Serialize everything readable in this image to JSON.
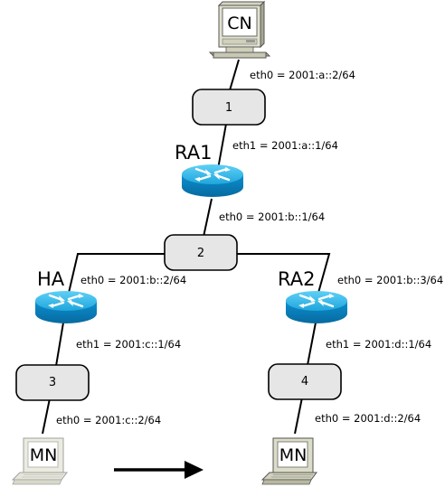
{
  "nodes": {
    "cn": {
      "label": "CN",
      "eth": "eth0 = 2001:a::2/64"
    },
    "ra1": {
      "label": "RA1",
      "eth_top": "eth1 = 2001:a::1/64",
      "eth_bottom": "eth0 = 2001:b::1/64"
    },
    "ha": {
      "label": "HA",
      "eth_top": "eth0 = 2001:b::2/64",
      "eth_bottom": "eth1 = 2001:c::1/64"
    },
    "ra2": {
      "label": "RA2",
      "eth_top": "eth0 = 2001:b::3/64",
      "eth_bottom": "eth1 = 2001:d::1/64"
    },
    "mn_left": {
      "label": "MN",
      "eth": "eth0 = 2001:c::2/64"
    },
    "mn_right": {
      "label": "MN",
      "eth": "eth0 = 2001:d::2/64"
    }
  },
  "segments": [
    "1",
    "2",
    "3",
    "4"
  ],
  "colors": {
    "router_top": "#2fb6e8",
    "router_side": "#0a86c4",
    "segment_fill": "#e6e6e6"
  },
  "icons": {
    "router": "router-icon",
    "computer": "desktop-computer-icon",
    "laptop": "laptop-icon",
    "arrow": "right-arrow-icon"
  }
}
